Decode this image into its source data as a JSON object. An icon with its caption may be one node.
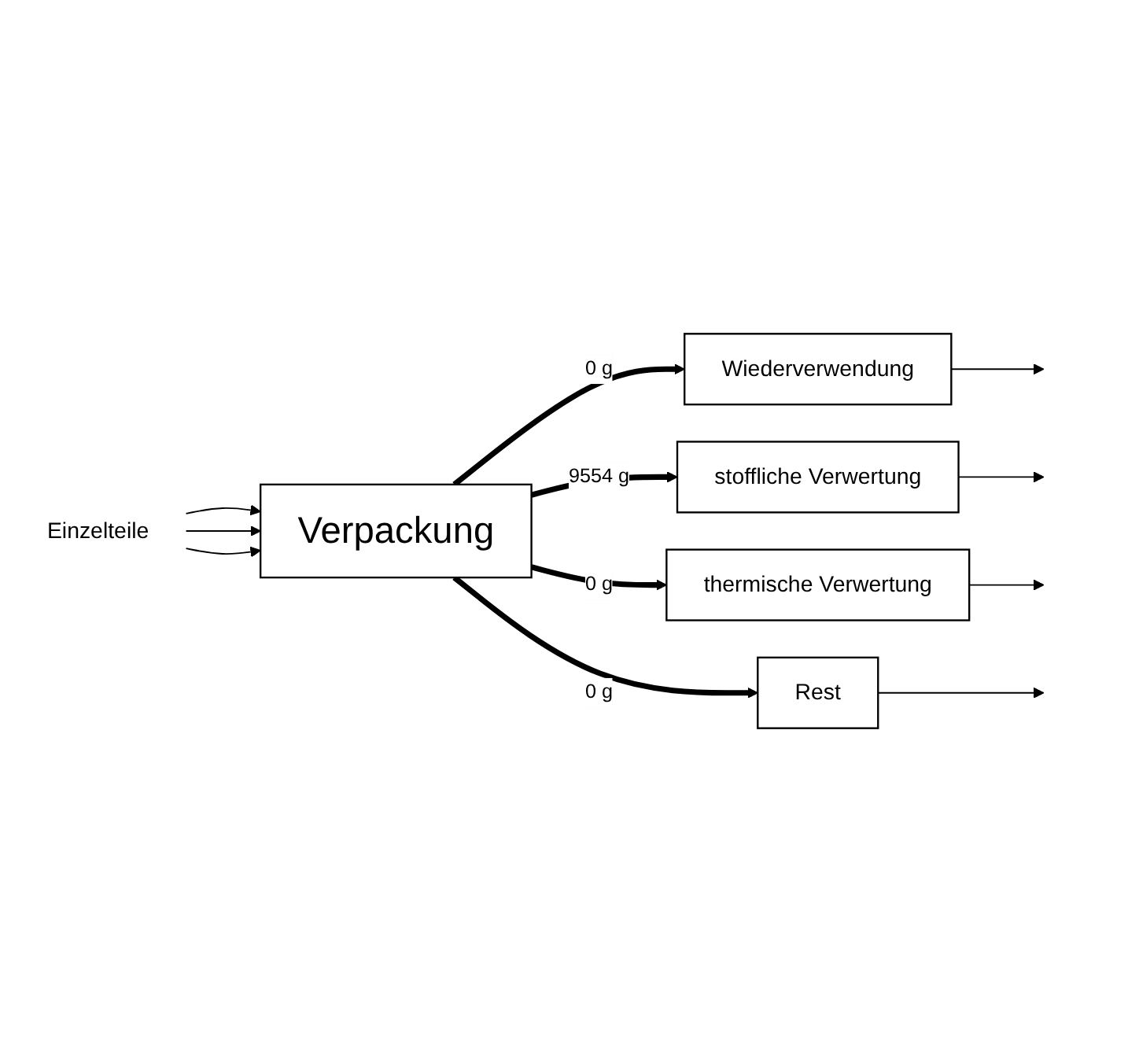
{
  "diagram": {
    "nodes": [
      {
        "text": [
          "Einzelteile"
        ]
      },
      {
        "text": [
          "Verpackung"
        ]
      },
      {
        "text": [
          "Wiederverwendung"
        ]
      },
      {
        "text": [
          "stoffliche Verwertung"
        ]
      },
      {
        "text": [
          "thermische Verwertung"
        ]
      },
      {
        "text": [
          "Rest"
        ]
      }
    ],
    "edges": [
      {
        "from": 0,
        "to": 1,
        "arrow": "to"
      },
      {
        "from": 0,
        "to": 1,
        "arrow": "to"
      },
      {
        "from": 0,
        "to": 1,
        "arrow": "to"
      },
      {
        "from": 1,
        "to": 2,
        "arrow": "to",
        "label": "0 g",
        "style": "thick"
      },
      {
        "from": 1,
        "to": 3,
        "arrow": "to",
        "label": "9554 g",
        "style": "thick"
      },
      {
        "from": 1,
        "to": 4,
        "arrow": "to",
        "label": "0 g",
        "style": "thick"
      },
      {
        "from": 1,
        "to": 5,
        "arrow": "to",
        "label": "0 g",
        "style": "thick"
      },
      {
        "from": 2,
        "to": null,
        "arrow": "to"
      },
      {
        "from": 3,
        "to": null,
        "arrow": "to"
      },
      {
        "from": 4,
        "to": null,
        "arrow": "to"
      },
      {
        "from": 5,
        "to": null,
        "arrow": "to"
      }
    ]
  }
}
